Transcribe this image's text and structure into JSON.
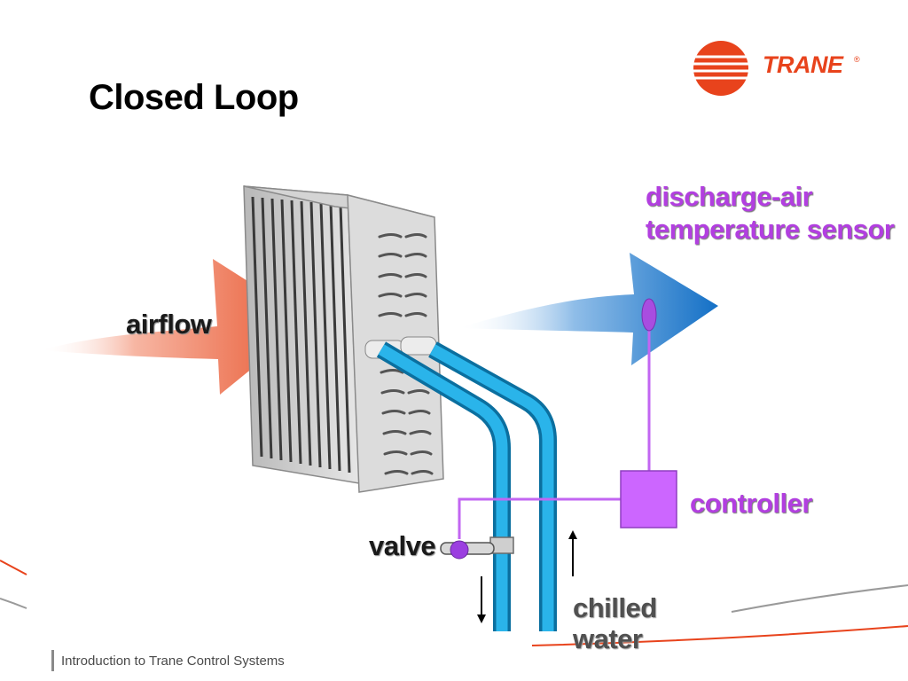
{
  "title": "Closed Loop",
  "brand": {
    "name": "TRANE",
    "registered": "®"
  },
  "labels": {
    "airflow": "airflow",
    "sensor_line1": "discharge-air",
    "sensor_line2": "temperature sensor",
    "controller": "controller",
    "valve": "valve",
    "water_line1": "chilled",
    "water_line2": "water"
  },
  "footer": "Introduction to Trane Control Systems",
  "colors": {
    "brand": "#e8431c",
    "accent_purple": "#b23fe0",
    "controller_fill": "#cc66ff",
    "pipe": "#19a9e0",
    "airflow_in": "#ef6a4e",
    "airflow_out": "#1f7fd0"
  },
  "icons": [
    "trane-logo-icon",
    "airflow-in-arrow-icon",
    "airflow-out-arrow-icon",
    "coil-icon",
    "sensor-icon",
    "controller-box-icon",
    "valve-icon",
    "flow-down-arrow-icon",
    "flow-up-arrow-icon"
  ]
}
